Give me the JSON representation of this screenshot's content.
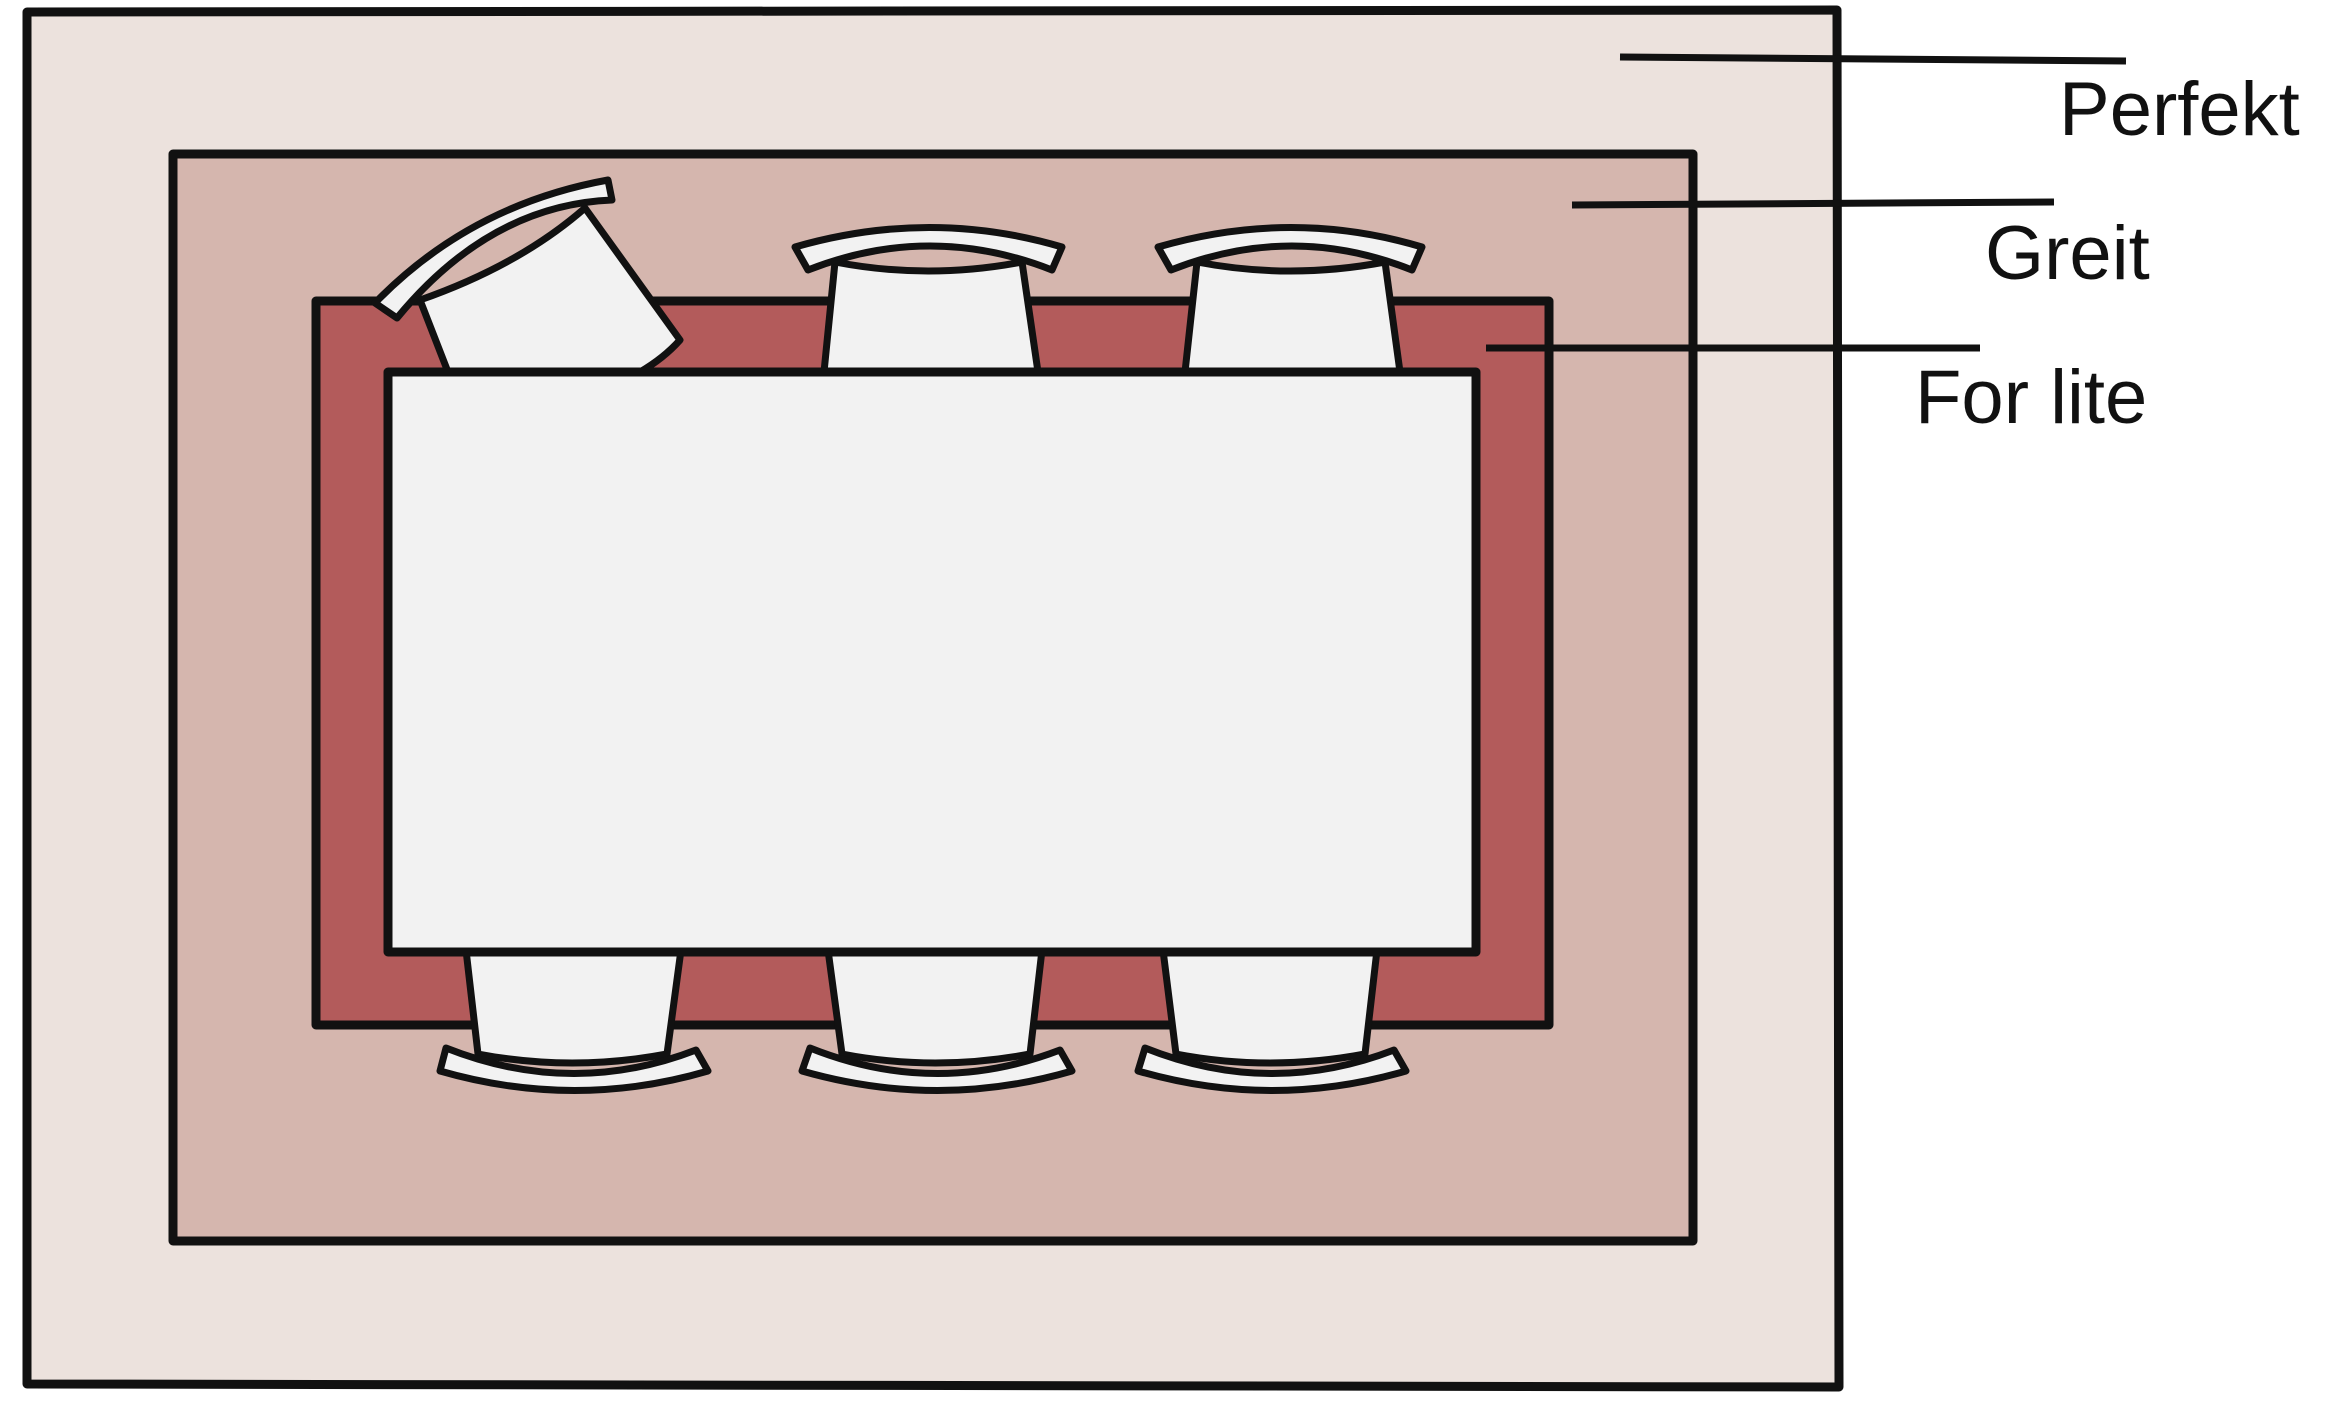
{
  "labels": {
    "large_rug": "Perfekt",
    "medium_rug": "Greit",
    "small_rug": "For lite"
  },
  "colors": {
    "large_rug": "#ece2dd",
    "medium_rug": "#d5b6ae",
    "small_rug": "#b35b5b",
    "furniture": "#f2f2f2",
    "outline": "#111111"
  },
  "icons": {
    "table": "dining-table-icon",
    "chair": "chair-icon"
  }
}
